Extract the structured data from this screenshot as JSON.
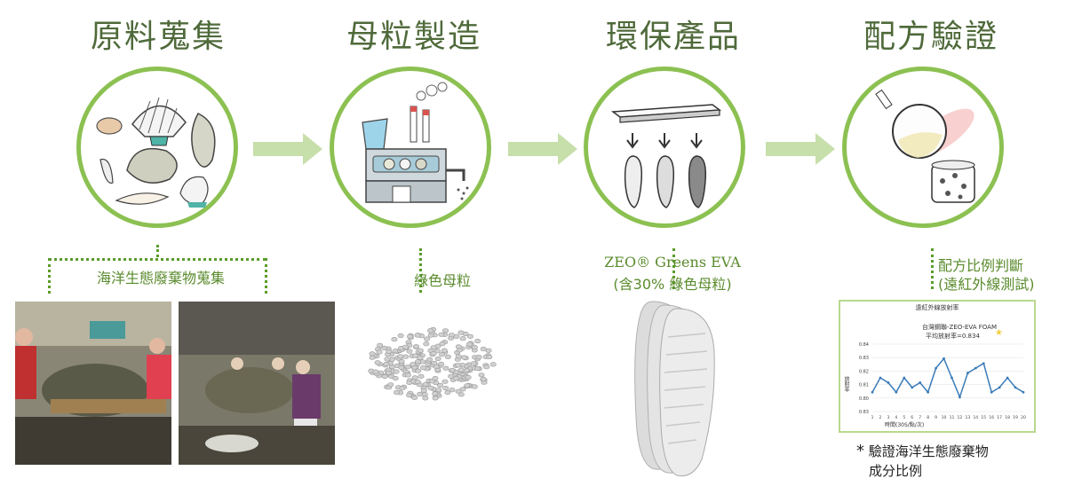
{
  "steps": [
    {
      "title": "原料蒐集",
      "caption": "海洋生態廢棄物蒐集"
    },
    {
      "title": "母粒製造",
      "caption": "綠色母粒"
    },
    {
      "title": "環保產品",
      "caption_line1": "ZEO® Greens EVA",
      "caption_line2": "(含30% 綠色母粒)"
    },
    {
      "title": "配方驗證",
      "caption_line1": "配方比例判斷",
      "caption_line2": "(遠紅外線測試)"
    }
  ],
  "chart": {
    "title": "遠紅外線放射率",
    "legend": "台灣鋼聯-ZEO-EVA FOAM",
    "subtitle": "平均放射率=0.834",
    "ylabel": "放射率",
    "xlabel": "時間(30S/點/次)",
    "yticks": [
      "0.84",
      "0.83",
      "0.82",
      "0.81",
      "0.80",
      "0.83"
    ],
    "xticks": [
      "1",
      "2",
      "3",
      "4",
      "5",
      "6",
      "7",
      "8",
      "9",
      "10",
      "11",
      "12",
      "13",
      "14",
      "15",
      "16",
      "17",
      "18",
      "19",
      "20"
    ]
  },
  "chart_data": {
    "type": "line",
    "x": [
      1,
      2,
      3,
      4,
      5,
      6,
      7,
      8,
      9,
      10,
      11,
      12,
      13,
      14,
      15,
      16,
      17,
      18,
      19,
      20
    ],
    "series": [
      {
        "values": [
          0.832,
          0.835,
          0.834,
          0.832,
          0.835,
          0.833,
          0.834,
          0.832,
          0.837,
          0.839,
          0.835,
          0.831,
          0.836,
          0.837,
          0.838,
          0.832,
          0.833,
          0.835,
          0.833,
          0.832
        ]
      }
    ],
    "ylim": [
      0.828,
      0.842
    ]
  },
  "note": {
    "star": "*",
    "line1": "驗證海洋生態廢棄物",
    "line2": "成分比例"
  },
  "colors": {
    "title": "#4f6a3a",
    "ring": "#8cc152",
    "arrow": "#c7dfaa",
    "caption": "#5a8b2d"
  }
}
